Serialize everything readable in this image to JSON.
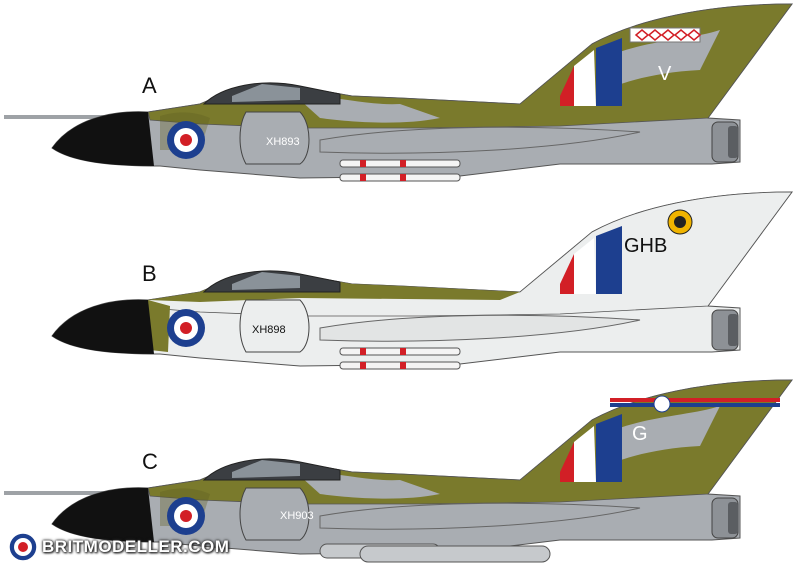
{
  "profiles": [
    {
      "letter": "A",
      "serial": "XH893",
      "tail_code": "V",
      "scheme": "camouflage",
      "fin_marking": "diamond-band",
      "underwing": "missiles"
    },
    {
      "letter": "B",
      "serial": "XH898",
      "tail_code": "GHB",
      "scheme": "white-top-camo",
      "fin_marking": "squadron-badge",
      "underwing": "missiles"
    },
    {
      "letter": "C",
      "serial": "XH903",
      "tail_code": "G",
      "scheme": "camouflage",
      "fin_marking": "stripe-band",
      "underwing": "fuel-tanks"
    }
  ],
  "watermark": {
    "text": "BRITMODELLER.COM",
    "icon": "roundel-icon"
  },
  "colors": {
    "olive": "#7a7a2c",
    "olive_dark": "#5f5f22",
    "grey": "#a9adb2",
    "white": "#eceeee",
    "red": "#d21f26",
    "blue": "#1d3f8f",
    "nose": "#111111",
    "metal": "#9ea2a6"
  }
}
